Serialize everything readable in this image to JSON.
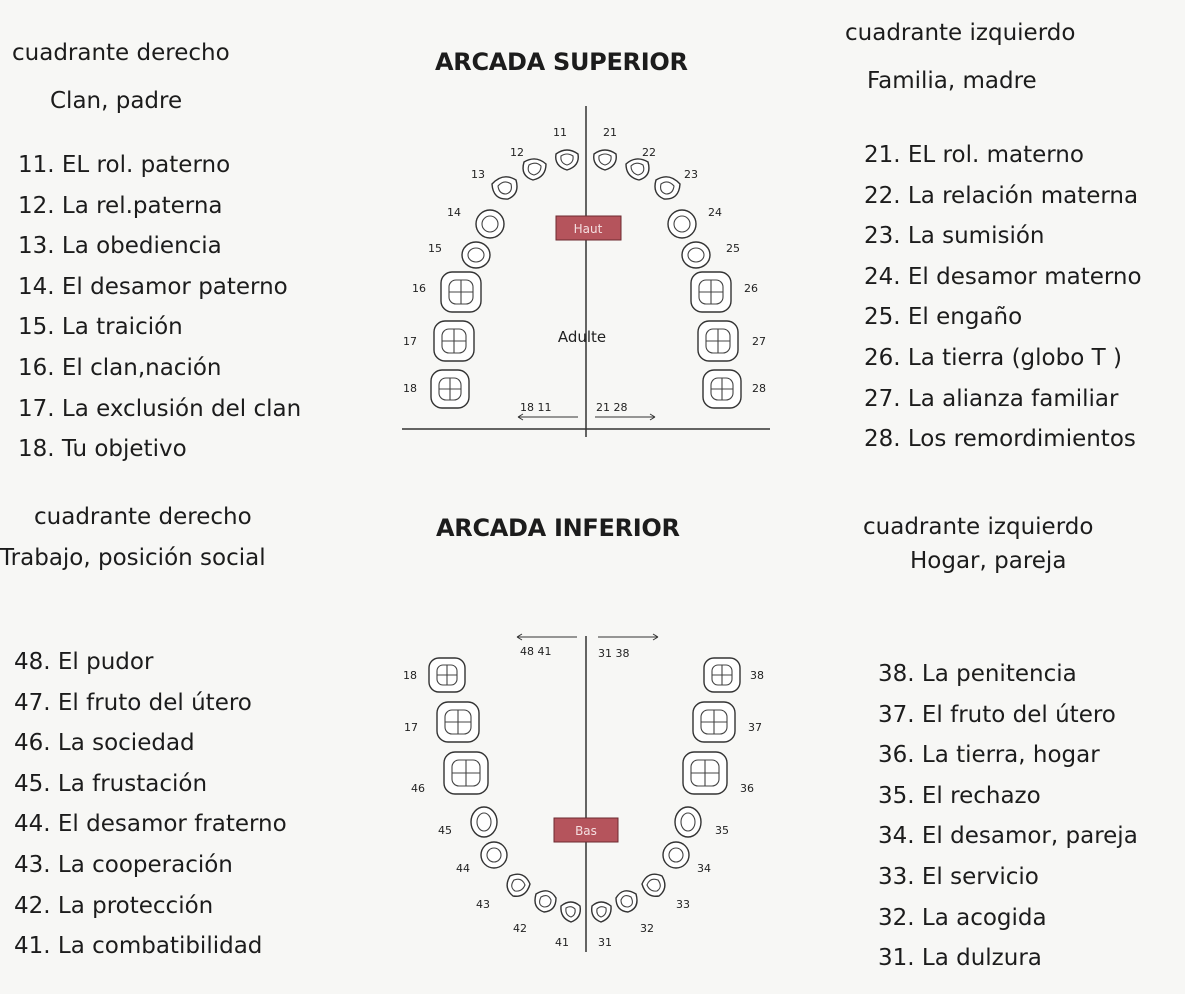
{
  "upper": {
    "title": "ARCADA SUPERIOR",
    "right": {
      "heading": "cuadrante derecho",
      "subtitle": "Clan, padre",
      "items": [
        "11. EL rol. paterno",
        "12. La rel.paterna",
        "13. La obediencia",
        "14. El desamor paterno",
        "15. La traición",
        "16. El clan,nación",
        "17. La exclusión del clan",
        "18. Tu objetivo"
      ]
    },
    "left": {
      "heading": "cuadrante izquierdo",
      "subtitle": "Familia, madre",
      "items": [
        "21. EL rol. materno",
        "22. La relación materna",
        "23. La sumisión",
        "24. El desamor materno",
        "25. El engaño",
        "26. La tierra (globo T )",
        "27. La alianza familiar",
        "28. Los remordimientos"
      ]
    },
    "diagram": {
      "region_label": "Haut",
      "center_label": "Adulte",
      "range_left": "18 11",
      "range_right": "21 28",
      "right_teeth": [
        "11",
        "12",
        "13",
        "14",
        "15",
        "16",
        "17",
        "18"
      ],
      "left_teeth": [
        "21",
        "22",
        "23",
        "24",
        "25",
        "26",
        "27",
        "28"
      ]
    }
  },
  "lower": {
    "title": "ARCADA INFERIOR",
    "right": {
      "heading": "cuadrante derecho",
      "subtitle": "Trabajo, posición social",
      "items": [
        "48. El pudor",
        "47. El fruto del útero",
        "46. La sociedad",
        "45. La frustación",
        "44. El desamor fraterno",
        "43. La cooperación",
        "42. La protección",
        "41. La combatibilidad"
      ]
    },
    "left": {
      "heading": "cuadrante izquierdo",
      "subtitle": "Hogar, pareja",
      "items": [
        "38. La penitencia",
        "37. El fruto del útero",
        "36. La tierra, hogar",
        "35. El rechazo",
        "34. El desamor, pareja",
        "33. El servicio",
        "32. La acogida",
        "31. La dulzura"
      ]
    },
    "diagram": {
      "region_label": "Bas",
      "range_left": "48 41",
      "range_right": "31 38",
      "right_teeth": [
        "18",
        "17",
        "46",
        "45",
        "44",
        "43",
        "42",
        "41"
      ],
      "left_teeth": [
        "38",
        "37",
        "36",
        "35",
        "34",
        "33",
        "32",
        "31"
      ]
    }
  },
  "colors": {
    "region_box": "#b5545c",
    "text": "#1c1c1c"
  }
}
